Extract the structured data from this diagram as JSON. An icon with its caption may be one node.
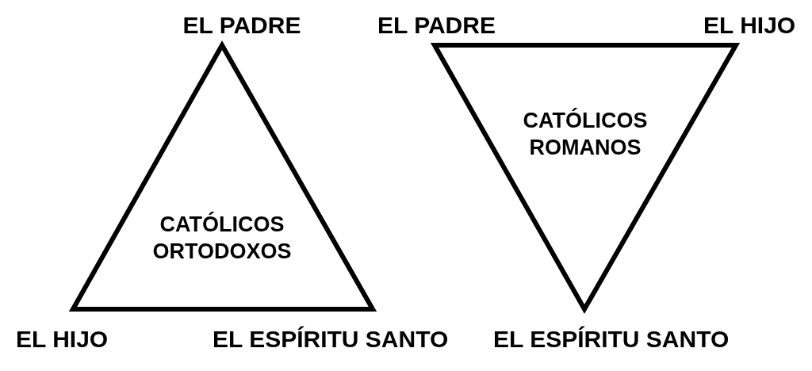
{
  "diagram": {
    "nodes": [
      {
        "text": [
          "CATÓLICOS ORTODOXOS"
        ],
        "beside": [
          "EL PADRE",
          "EL HIJO",
          "EL ESPÍRITU SANTO"
        ]
      },
      {
        "text": [
          "CATÓLICOS ROMANOS"
        ],
        "beside": [
          "EL PADRE",
          "EL HIJO",
          "EL ESPÍRITU SANTO"
        ]
      }
    ]
  }
}
